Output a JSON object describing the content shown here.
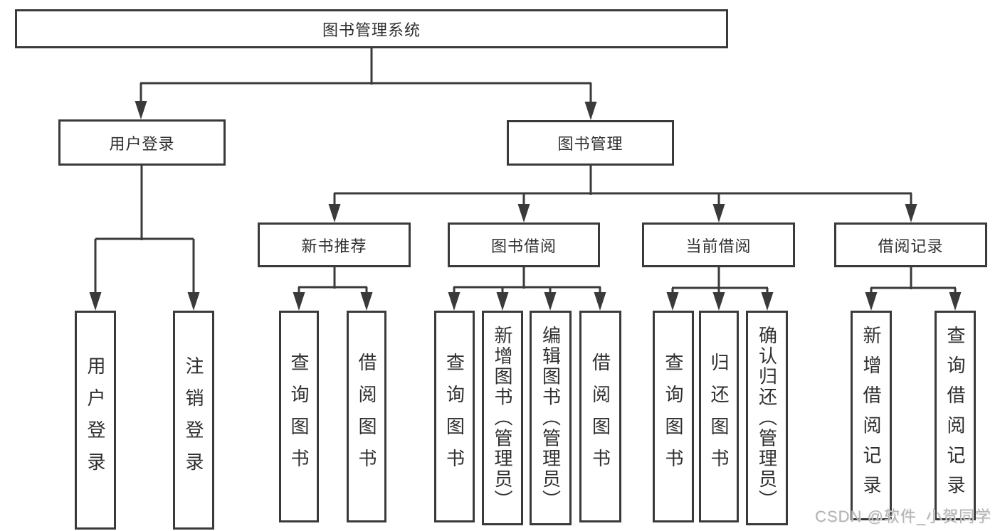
{
  "diagram": {
    "type": "tree",
    "title": "图书管理系统",
    "colors": {
      "line": "#3a3a3a",
      "text": "#2f2f2f",
      "background": "#ffffff",
      "watermark": "#b0b0b0"
    },
    "watermark": "CSDN @软件_小贺同学"
  },
  "nodes": {
    "root": {
      "label": "图书管理系统"
    },
    "user_login": {
      "label": "用户登录"
    },
    "book_mgmt": {
      "label": "图书管理"
    },
    "new_book_rec": {
      "label": "新书推荐"
    },
    "book_borrow": {
      "label": "图书借阅"
    },
    "current_borrow": {
      "label": "当前借阅"
    },
    "borrow_records": {
      "label": "借阅记录"
    },
    "leaf_user_login": {
      "label": "用户登录"
    },
    "leaf_logout": {
      "label": "注销登录"
    },
    "leaf_query_books_1": {
      "label": "查询图书"
    },
    "leaf_borrow_books_1": {
      "label": "借阅图书"
    },
    "leaf_query_books_2": {
      "label": "查询图书"
    },
    "leaf_add_books": {
      "label": "新增图书（管理员）"
    },
    "leaf_edit_books": {
      "label": "编辑图书（管理员）"
    },
    "leaf_borrow_books_2": {
      "label": "借阅图书"
    },
    "leaf_query_books_3": {
      "label": "查询图书"
    },
    "leaf_return_books": {
      "label": "归还图书"
    },
    "leaf_confirm_return": {
      "label": "确认归还（管理员）"
    },
    "leaf_add_record": {
      "label": "新增借阅记录"
    },
    "leaf_query_record": {
      "label": "查询借阅记录"
    }
  },
  "edges": [
    [
      "root",
      "user_login"
    ],
    [
      "root",
      "book_mgmt"
    ],
    [
      "user_login",
      "leaf_user_login"
    ],
    [
      "user_login",
      "leaf_logout"
    ],
    [
      "book_mgmt",
      "new_book_rec"
    ],
    [
      "book_mgmt",
      "book_borrow"
    ],
    [
      "book_mgmt",
      "current_borrow"
    ],
    [
      "book_mgmt",
      "borrow_records"
    ],
    [
      "new_book_rec",
      "leaf_query_books_1"
    ],
    [
      "new_book_rec",
      "leaf_borrow_books_1"
    ],
    [
      "book_borrow",
      "leaf_query_books_2"
    ],
    [
      "book_borrow",
      "leaf_add_books"
    ],
    [
      "book_borrow",
      "leaf_edit_books"
    ],
    [
      "book_borrow",
      "leaf_borrow_books_2"
    ],
    [
      "current_borrow",
      "leaf_query_books_3"
    ],
    [
      "current_borrow",
      "leaf_return_books"
    ],
    [
      "current_borrow",
      "leaf_confirm_return"
    ],
    [
      "borrow_records",
      "leaf_add_record"
    ],
    [
      "borrow_records",
      "leaf_query_record"
    ]
  ]
}
